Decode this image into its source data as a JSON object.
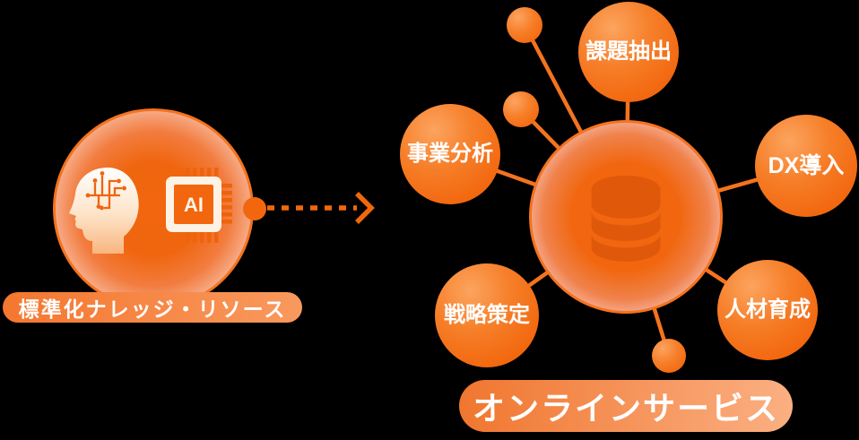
{
  "left_group": {
    "label": "標準化ナレッジ・リソース",
    "chip_text": "AI",
    "icons": [
      "head-circuit-icon",
      "ai-chip-icon"
    ]
  },
  "arrow": {
    "style": "dashed",
    "direction": "right"
  },
  "hub": {
    "icon": "database-icon",
    "label": "オンラインサービス",
    "satellites": [
      {
        "label": "課題抽出"
      },
      {
        "label": "事業分析"
      },
      {
        "label": "DX導入"
      },
      {
        "label": "戦略策定"
      },
      {
        "label": "人材育成"
      }
    ]
  },
  "colors": {
    "orange": "#f2670e",
    "orange_hi": "#fca45f",
    "orange_line": "#f4731f",
    "db_icon": "#e0590a",
    "cream": "#fdf2e4",
    "text_white": "#ffffff"
  }
}
